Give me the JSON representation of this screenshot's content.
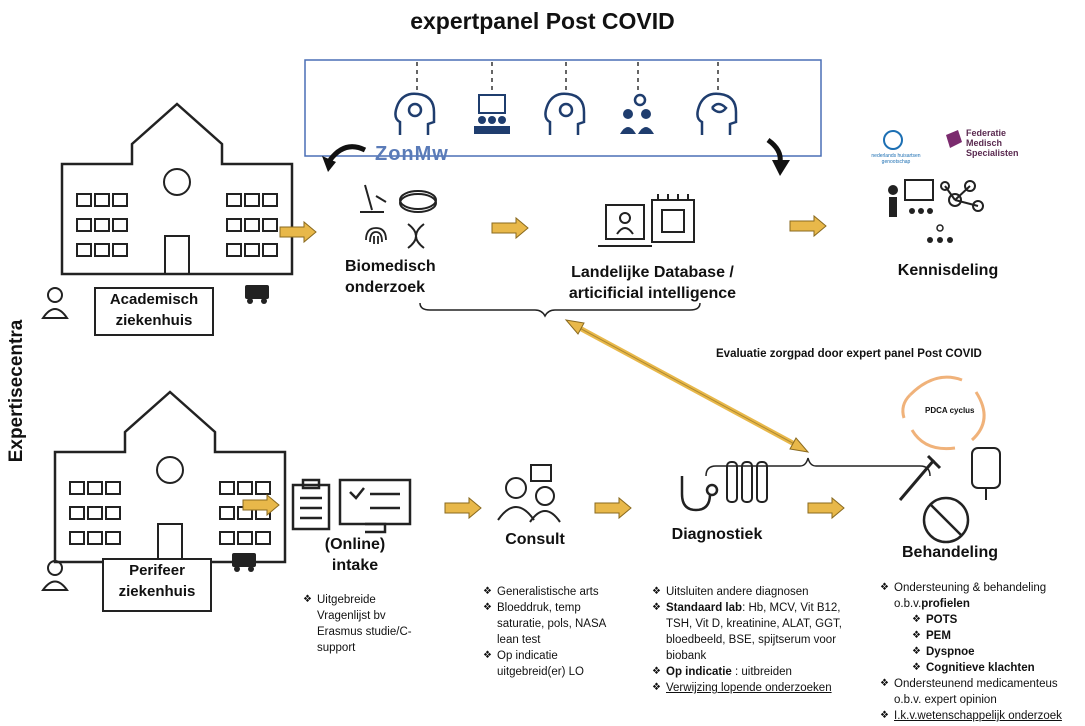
{
  "title": "expertpanel Post COVID",
  "side_label": "Expertisecentra",
  "zonmw": "ZonMw",
  "logos": {
    "nhg_small": "nederlands huisartsen genootschap",
    "federatie": "Federatie Medisch Specialisten"
  },
  "nodes": {
    "academisch": "Academisch ziekenhuis",
    "perifeer": "Perifeer ziekenhuis",
    "biomedisch": "Biomedisch onderzoek",
    "landelijke": "Landelijke Database / articificial intelligence",
    "kennisdeling": "Kennisdeling",
    "intake": "(Online) intake",
    "consult": "Consult",
    "diagnostiek": "Diagnostiek",
    "behandeling": "Behandeling"
  },
  "evaluatie": "Evaluatie zorgpad door expert panel Post COVID",
  "pdca": "PDCA cyclus",
  "intake_notes": [
    "Uitgebreide Vragenlijst bv Erasmus studie/C-support"
  ],
  "consult_notes": [
    "Generalistische arts",
    "Bloeddruk, temp saturatie, pols, NASA lean test",
    "Op indicatie uitgebreid(er) LO"
  ],
  "diagnostiek_notes": {
    "item1": "Uitsluiten andere diagnosen",
    "lab_bold": "Standaard lab",
    "lab_rest": ": Hb, MCV, Vit B12, TSH, Vit D, kreatinine, ALAT, GGT, bloedbeeld, BSE, spijtserum voor biobank",
    "ind_bold": "Op indicatie",
    "ind_rest": " : uitbreiden",
    "item4": "Verwijzing lopende onderzoeken"
  },
  "behandeling_notes": {
    "item1": "Ondersteuning & behandeling",
    "item1_prefix": "o.b.v.",
    "item1_bold": "profielen",
    "profielen": [
      "POTS",
      "PEM",
      "Dyspnoe",
      "Cognitieve klachten"
    ],
    "item2a": "Ondersteunend medicamenteus",
    "item2b": "o.b.v. expert opinion",
    "item3": "I.k.v.wetenschappelijk onderzoek"
  },
  "colors": {
    "arrow": "#e8b84a",
    "arrow_stroke": "#8a6a1f",
    "panel_border": "#4a6fb5",
    "pdca": "#f0b27a"
  }
}
